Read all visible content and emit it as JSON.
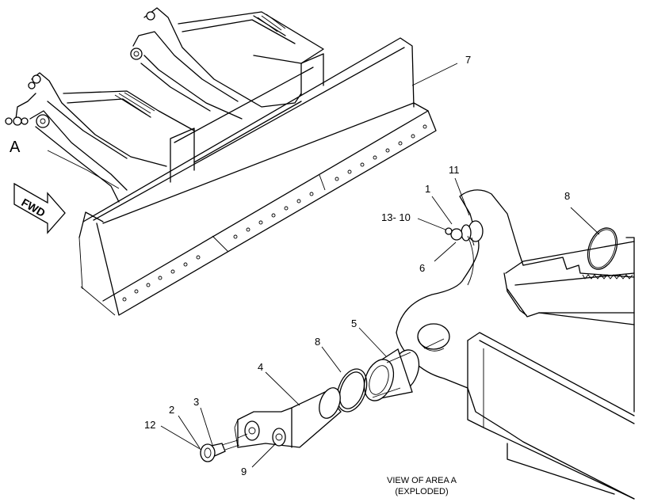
{
  "callouts": {
    "c1": "1",
    "c2": "2",
    "c3": "3",
    "c4": "4",
    "c5": "5",
    "c6": "6",
    "c7": "7",
    "c8a": "8",
    "c8b": "8",
    "c9": "9",
    "c11": "11",
    "c12": "12",
    "c13_10": "13- 10"
  },
  "area_marker": "A",
  "fwd_label": "FWD",
  "caption": {
    "line1": "VIEW OF AREA A",
    "line2": "(EXPLODED)"
  }
}
